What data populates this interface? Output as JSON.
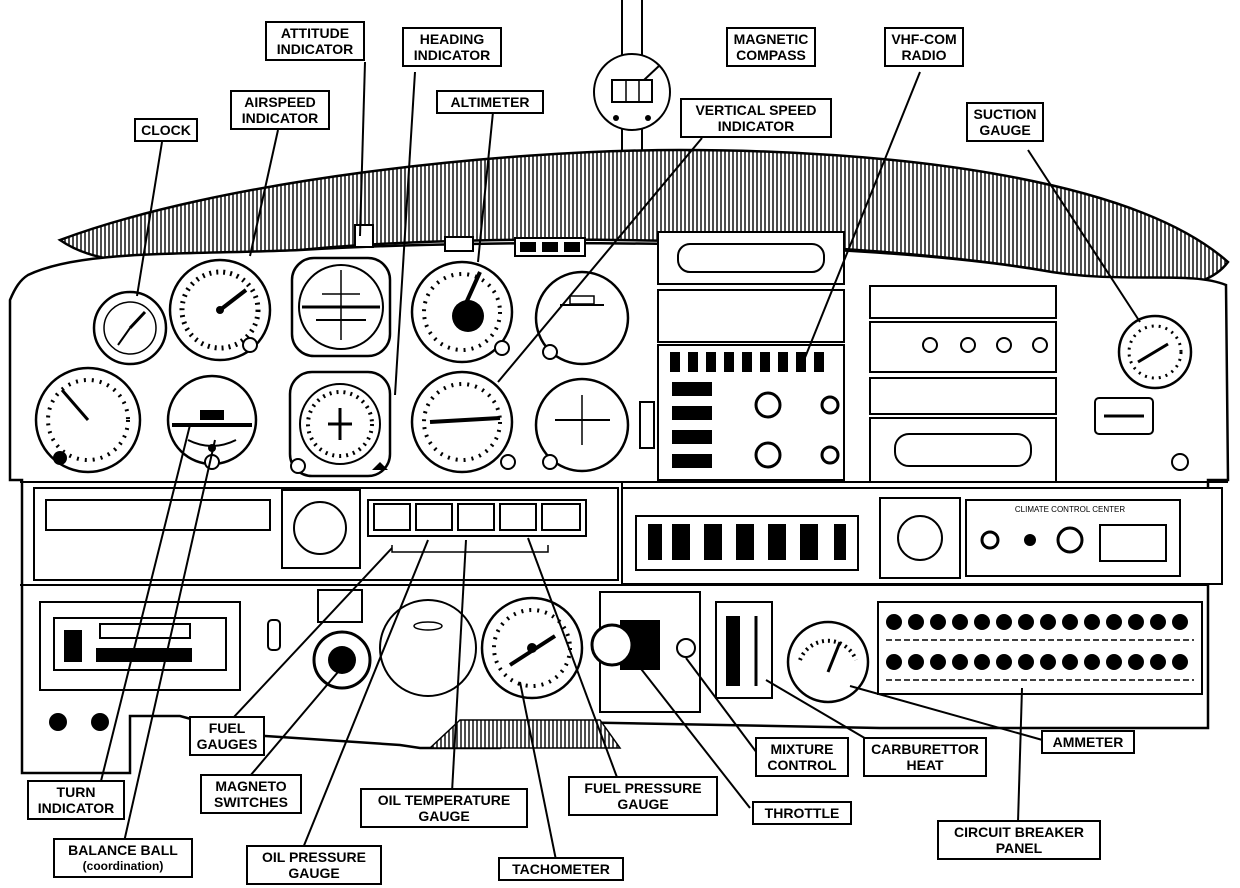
{
  "labels": {
    "attitude": [
      "ATTITUDE",
      "INDICATOR"
    ],
    "heading": [
      "HEADING",
      "INDICATOR"
    ],
    "magnetic_compass": [
      "MAGNETIC",
      "COMPASS"
    ],
    "vhf_com": [
      "VHF-COM",
      "RADIO"
    ],
    "airspeed": [
      "AIRSPEED",
      "INDICATOR"
    ],
    "altimeter": [
      "ALTIMETER"
    ],
    "clock": [
      "CLOCK"
    ],
    "vsi": [
      "VERTICAL SPEED",
      "INDICATOR"
    ],
    "suction": [
      "SUCTION",
      "GAUGE"
    ],
    "fuel_gauges": [
      "FUEL",
      "GAUGES"
    ],
    "turn_indicator": [
      "TURN",
      "INDICATOR"
    ],
    "balance_ball": [
      "BALANCE BALL",
      "(coordination)"
    ],
    "magneto": [
      "MAGNETO",
      "SWITCHES"
    ],
    "oil_temp": [
      "OIL TEMPERATURE",
      "GAUGE"
    ],
    "oil_pressure": [
      "OIL PRESSURE",
      "GAUGE"
    ],
    "tachometer": [
      "TACHOMETER"
    ],
    "fuel_pressure": [
      "FUEL PRESSURE",
      "GAUGE"
    ],
    "throttle": [
      "THROTTLE"
    ],
    "mixture": [
      "MIXTURE",
      "CONTROL"
    ],
    "carb_heat": [
      "CARBURETTOR",
      "HEAT"
    ],
    "ammeter": [
      "AMMETER"
    ],
    "circuit_breaker": [
      "CIRCUIT BREAKER",
      "PANEL"
    ]
  },
  "panel_text": {
    "climate": "CLIMATE CONTROL CENTER"
  }
}
